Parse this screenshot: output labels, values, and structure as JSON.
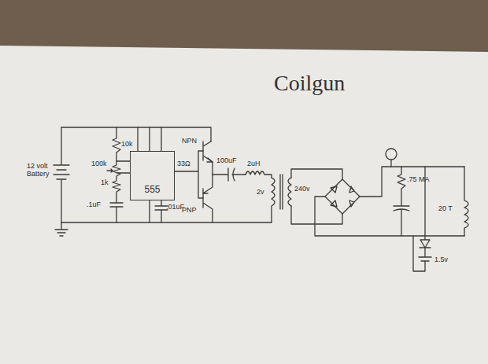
{
  "diagram": {
    "title": "Coilgun",
    "nodes": [
      {
        "text": [
          "555"
        ]
      }
    ],
    "edges": [],
    "labels": [
      "12 volt Battery",
      "10k",
      "100k",
      "1k",
      ".1uF",
      ".01uF",
      "33Ω",
      "NPN",
      "PNP",
      "100uF",
      "2uH",
      "2v",
      "240v",
      ".75 MA",
      "20 T",
      "1.5v"
    ]
  }
}
